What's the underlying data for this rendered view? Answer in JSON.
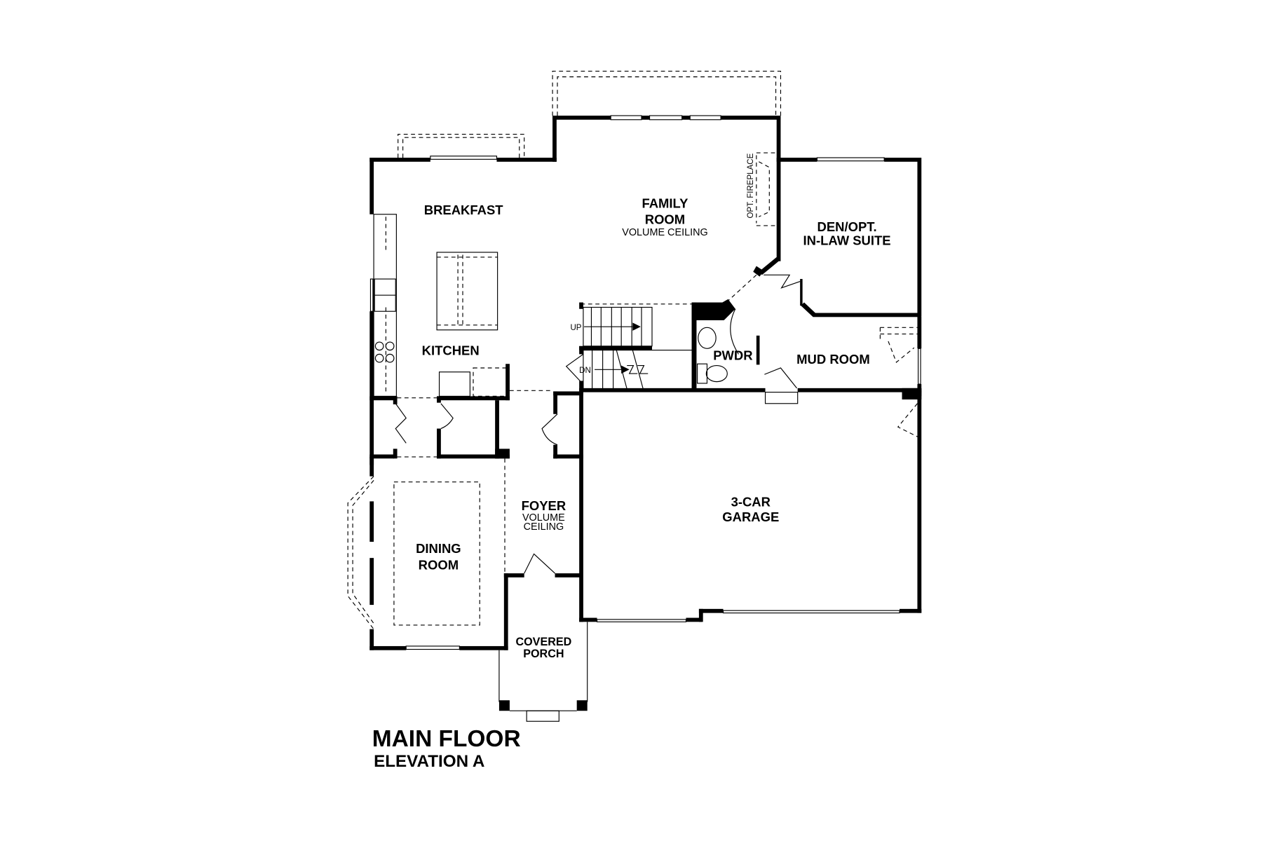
{
  "plan": {
    "title": "MAIN FLOOR",
    "subtitle": "ELEVATION A"
  },
  "rooms": {
    "breakfast": {
      "name": "BREAKFAST"
    },
    "family_room": {
      "name_line1": "FAMILY",
      "name_line2": "ROOM",
      "note": "VOLUME CEILING"
    },
    "opt_fireplace": {
      "note": "OPT. FIREPLACE"
    },
    "den": {
      "name_line1": "DEN/OPT.",
      "name_line2": "IN-LAW SUITE"
    },
    "kitchen": {
      "name": "KITCHEN"
    },
    "pwdr": {
      "name": "PWDR"
    },
    "mud_room": {
      "name": "MUD ROOM"
    },
    "dining_room": {
      "name_line1": "DINING",
      "name_line2": "ROOM"
    },
    "foyer": {
      "name": "FOYER",
      "note_line1": "VOLUME",
      "note_line2": "CEILING"
    },
    "garage": {
      "name_line1": "3-CAR",
      "name_line2": "GARAGE"
    },
    "covered_porch": {
      "name_line1": "COVERED",
      "name_line2": "PORCH"
    }
  },
  "stairs": {
    "up_label": "UP",
    "down_label": "DN"
  },
  "colors": {
    "wall": "#000000",
    "background": "#ffffff"
  }
}
